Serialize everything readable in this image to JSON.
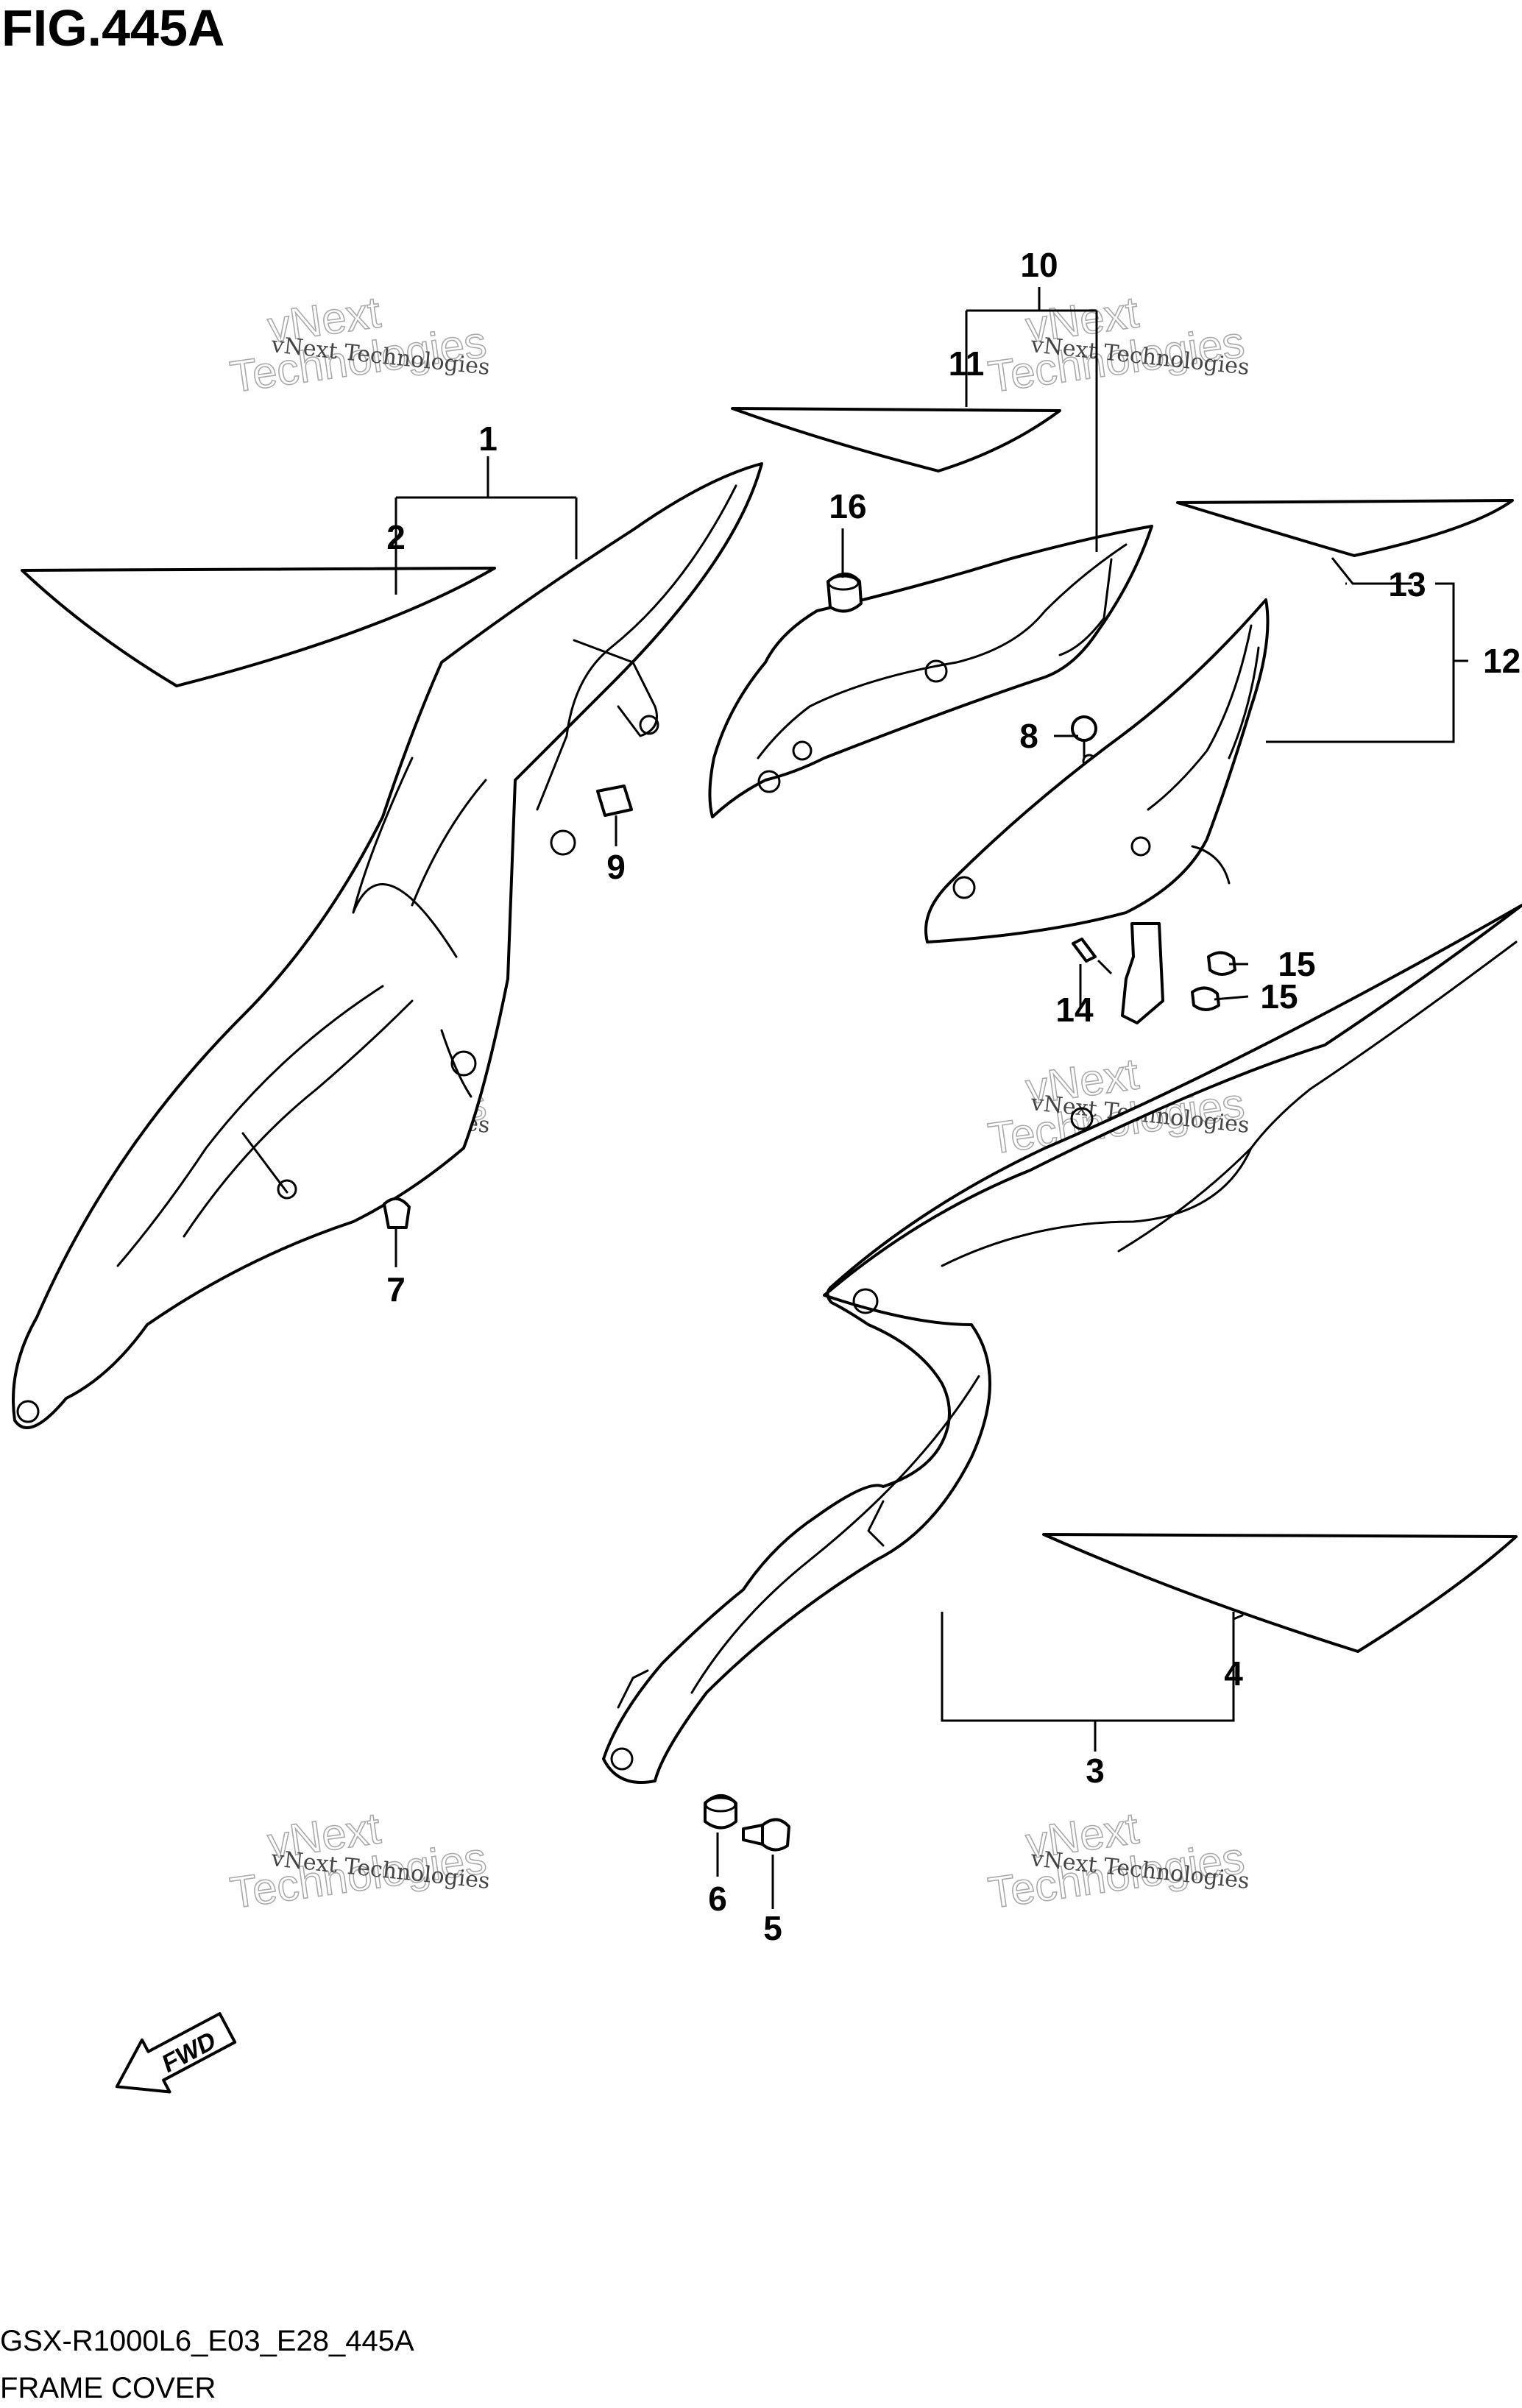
{
  "figure": {
    "title": "FIG.445A",
    "model_code": "GSX-R1000L6_E03_E28_445A",
    "caption": "FRAME COVER"
  },
  "fwd_label": "FWD",
  "watermark": {
    "line1": "vNext Technologies",
    "line2": "vNext",
    "line3": "Technologies"
  },
  "callouts": [
    {
      "id": "1",
      "label": "1"
    },
    {
      "id": "2",
      "label": "2"
    },
    {
      "id": "3",
      "label": "3"
    },
    {
      "id": "4",
      "label": "4"
    },
    {
      "id": "5",
      "label": "5"
    },
    {
      "id": "6",
      "label": "6"
    },
    {
      "id": "7",
      "label": "7"
    },
    {
      "id": "8",
      "label": "8"
    },
    {
      "id": "9",
      "label": "9"
    },
    {
      "id": "10",
      "label": "10"
    },
    {
      "id": "11",
      "label": "11"
    },
    {
      "id": "12",
      "label": "12"
    },
    {
      "id": "13",
      "label": "13"
    },
    {
      "id": "14",
      "label": "14"
    },
    {
      "id": "15a",
      "label": "15"
    },
    {
      "id": "15b",
      "label": "15"
    },
    {
      "id": "16",
      "label": "16"
    }
  ]
}
